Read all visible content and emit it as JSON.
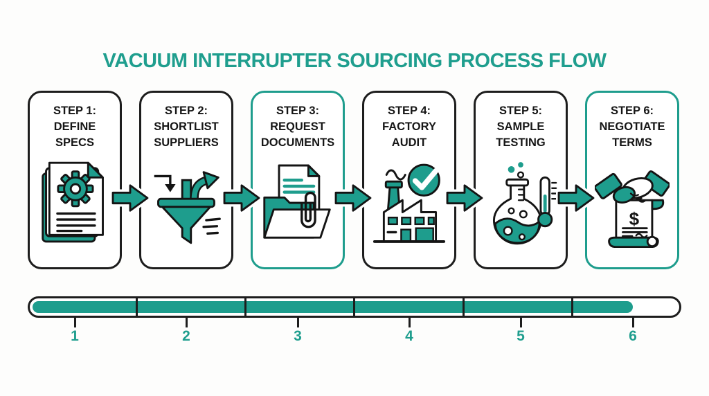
{
  "title": "VACUUM INTERRUPTER SOURCING PROCESS FLOW",
  "colors": {
    "teal": "#1E9D8D",
    "title_teal": "#1F9E8E",
    "outline": "#1D1D1D",
    "background": "#FDFDFC"
  },
  "steps": [
    {
      "id": 1,
      "lines": [
        "STEP 1:",
        "DEFINE",
        "SPECS"
      ],
      "icon": "documents-gear-icon",
      "border": "black"
    },
    {
      "id": 2,
      "lines": [
        "STEP 2:",
        "SHORTLIST",
        "SUPPLIERS"
      ],
      "icon": "funnel-icon",
      "border": "black"
    },
    {
      "id": 3,
      "lines": [
        "STEP 3:",
        "REQUEST",
        "DOCUMENTS"
      ],
      "icon": "folder-documents-icon",
      "border": "teal"
    },
    {
      "id": 4,
      "lines": [
        "STEP 4:",
        "FACTORY",
        "AUDIT"
      ],
      "icon": "factory-check-icon",
      "border": "black"
    },
    {
      "id": 5,
      "lines": [
        "STEP 5:",
        "SAMPLE",
        "TESTING"
      ],
      "icon": "flask-thermometer-icon",
      "border": "black"
    },
    {
      "id": 6,
      "lines": [
        "STEP 6:",
        "NEGOTIATE",
        "TERMS"
      ],
      "icon": "handshake-contract-icon",
      "border": "teal"
    }
  ],
  "progress_bar": {
    "segments": 6,
    "fill_percent": 92,
    "fill_color": "#1E9D8D",
    "tick_labels": [
      "1",
      "2",
      "3",
      "4",
      "5",
      "6"
    ]
  }
}
